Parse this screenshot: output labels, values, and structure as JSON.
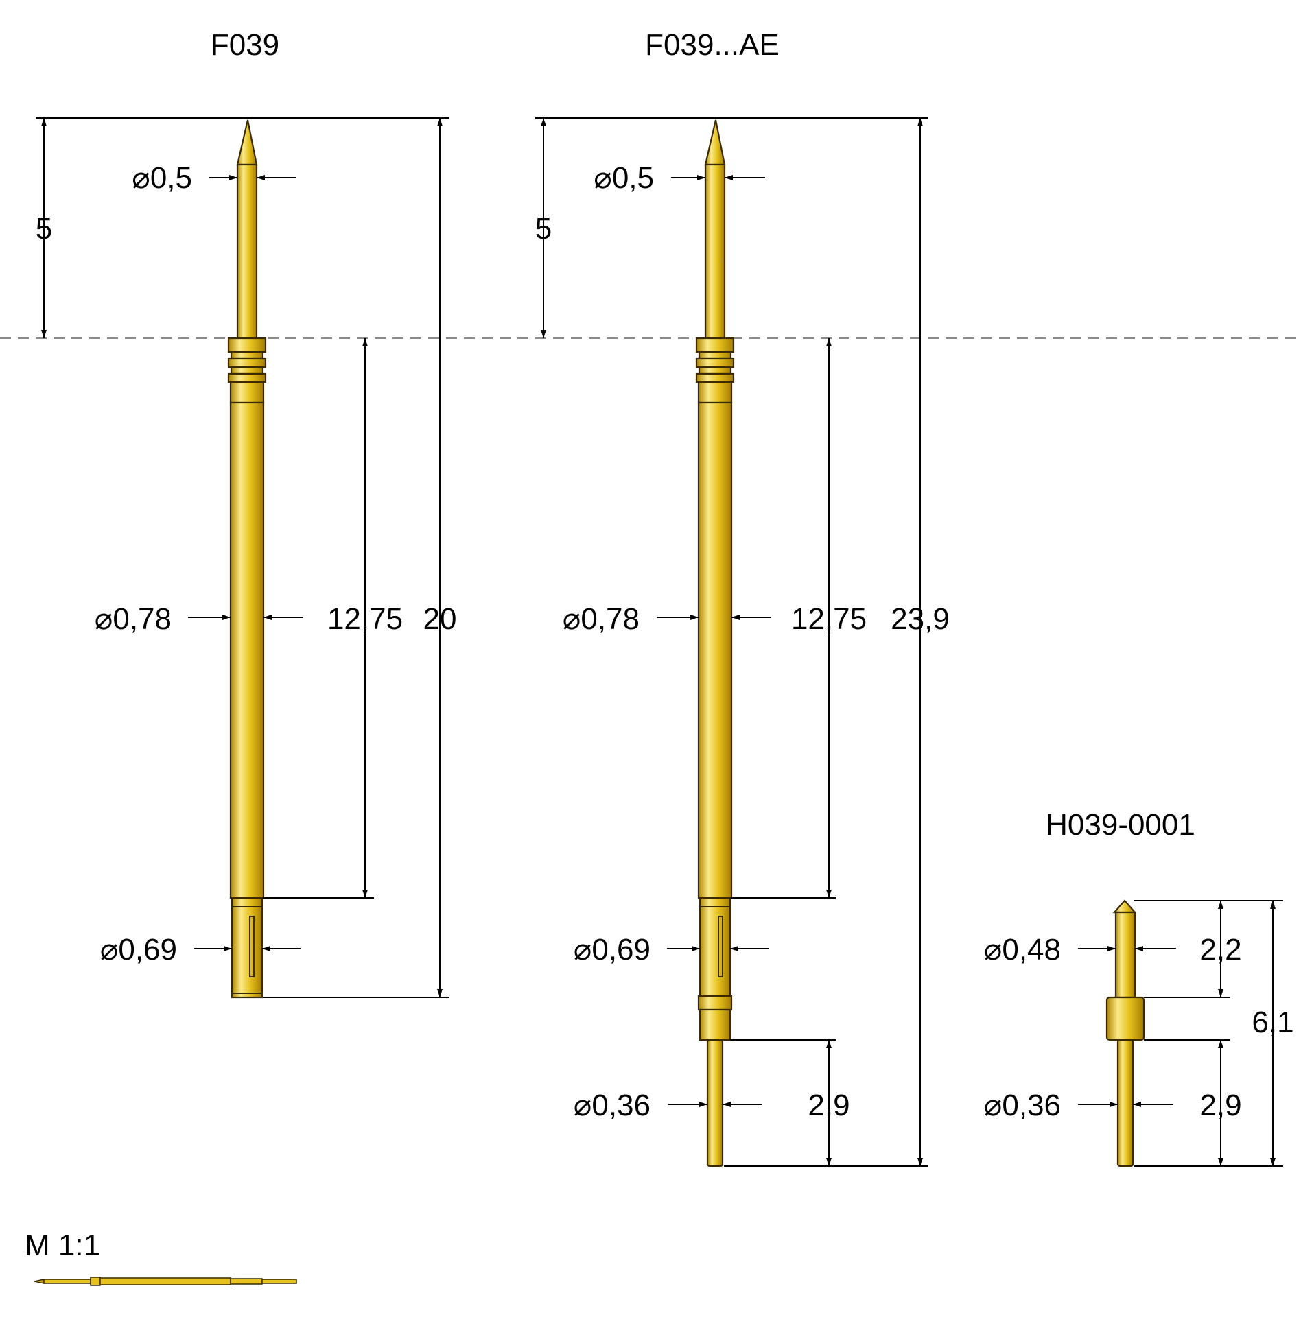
{
  "colors": {
    "pin_gold_light": "#fbe98a",
    "pin_gold": "#e6c21e",
    "pin_gold_dark": "#a67c00",
    "outline": "#3a2a00",
    "reference_line": "#8a8a8a"
  },
  "f039": {
    "title": "F039",
    "tip_diameter": "0,5",
    "tip_length": "5",
    "barrel_diameter": "0,78",
    "barrel_length": "12,75",
    "total_length": "20",
    "tail_diameter": "0,69"
  },
  "f039_ae": {
    "title": "F039...AE",
    "tip_diameter": "0,5",
    "tip_length": "5",
    "barrel_diameter": "0,78",
    "barrel_length": "12,75",
    "total_length": "23,9",
    "tail_diameter": "0,69",
    "pin_diameter": "0,36",
    "pin_length": "2,9"
  },
  "h039": {
    "title": "H039-0001",
    "tip_diameter": "0,48",
    "tip_length": "2,2",
    "pin_diameter": "0,36",
    "pin_length": "2,9",
    "total_length": "6,1"
  },
  "scale": {
    "label": "M 1:1"
  },
  "diameter_symbol": "⌀"
}
